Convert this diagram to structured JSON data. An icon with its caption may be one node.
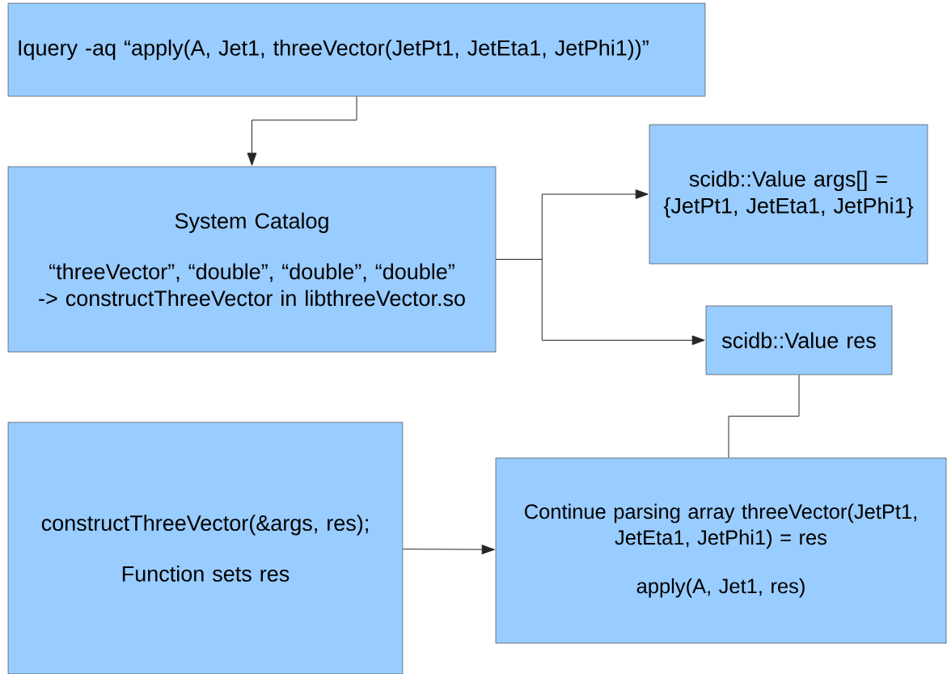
{
  "diagram": {
    "nodes": [
      {
        "text": [
          "Iquery -aq “apply(A, Jet1, threeVector(JetPt1, JetEta1, JetPhi1))”"
        ]
      },
      {
        "text": [
          "System Catalog",
          "“threeVector”, “double”, “double”, “double” -> constructThreeVector in libthreeVector.so"
        ]
      },
      {
        "text": [
          "scidb::Value args[] = {JetPt1, JetEta1, JetPhi1}"
        ]
      },
      {
        "text": [
          "scidb::Value res"
        ]
      },
      {
        "text": [
          "constructThreeVector(&args, res);",
          "Function sets res"
        ]
      },
      {
        "text": [
          "Continue parsing array threeVector(JetPt1, JetEta1, JetPhi1) = res",
          "apply(A, Jet1, res)"
        ]
      }
    ],
    "edges": [
      {
        "from": 0,
        "to": 1,
        "arrow": "to"
      },
      {
        "from": 1,
        "to": 2,
        "arrow": "to"
      },
      {
        "from": 1,
        "to": 3,
        "arrow": "to"
      },
      {
        "from": 3,
        "to": 5,
        "arrow": "none"
      },
      {
        "from": 4,
        "to": 5,
        "arrow": "to"
      }
    ]
  }
}
